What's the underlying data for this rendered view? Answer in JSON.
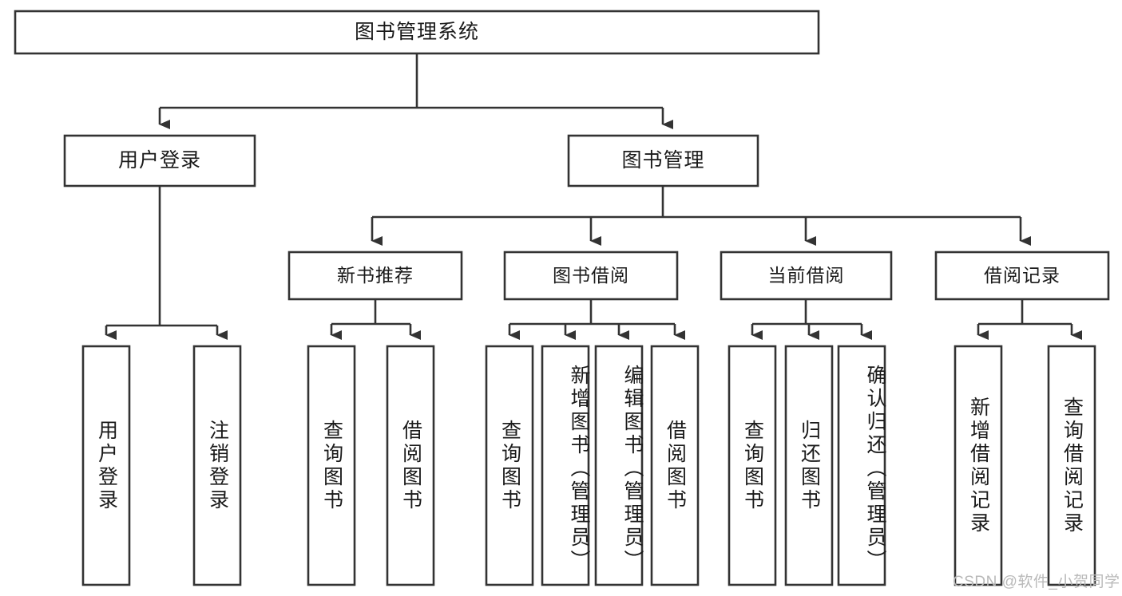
{
  "diagram": {
    "title": "图书管理系统",
    "type": "tree-hierarchy-diagram",
    "colors": {
      "stroke": "#333333",
      "fill": "#ffffff",
      "text": "#1a1a1a",
      "watermark": "#b9b9b9",
      "background": "#ffffff"
    },
    "root": {
      "label": "图书管理系统"
    },
    "level2": [
      {
        "label": "用户登录"
      },
      {
        "label": "图书管理"
      }
    ],
    "level3": [
      {
        "label": "新书推荐"
      },
      {
        "label": "图书借阅"
      },
      {
        "label": "当前借阅"
      },
      {
        "label": "借阅记录"
      }
    ],
    "leaves": {
      "user_login": [
        {
          "label": "用户登录"
        },
        {
          "label": "注销登录"
        }
      ],
      "new_book_recommend": [
        {
          "label": "查询图书"
        },
        {
          "label": "借阅图书"
        }
      ],
      "book_borrow": [
        {
          "label": "查询图书"
        },
        {
          "label": "新增图书（管理员）"
        },
        {
          "label": "编辑图书（管理员）"
        },
        {
          "label": "借阅图书"
        }
      ],
      "current_borrow": [
        {
          "label": "查询图书"
        },
        {
          "label": "归还图书"
        },
        {
          "label": "确认归还（管理员）"
        }
      ],
      "borrow_record": [
        {
          "label": "新增借阅记录"
        },
        {
          "label": "查询借阅记录"
        }
      ]
    }
  },
  "watermark": {
    "text": "CSDN @软件_小贺同学"
  }
}
